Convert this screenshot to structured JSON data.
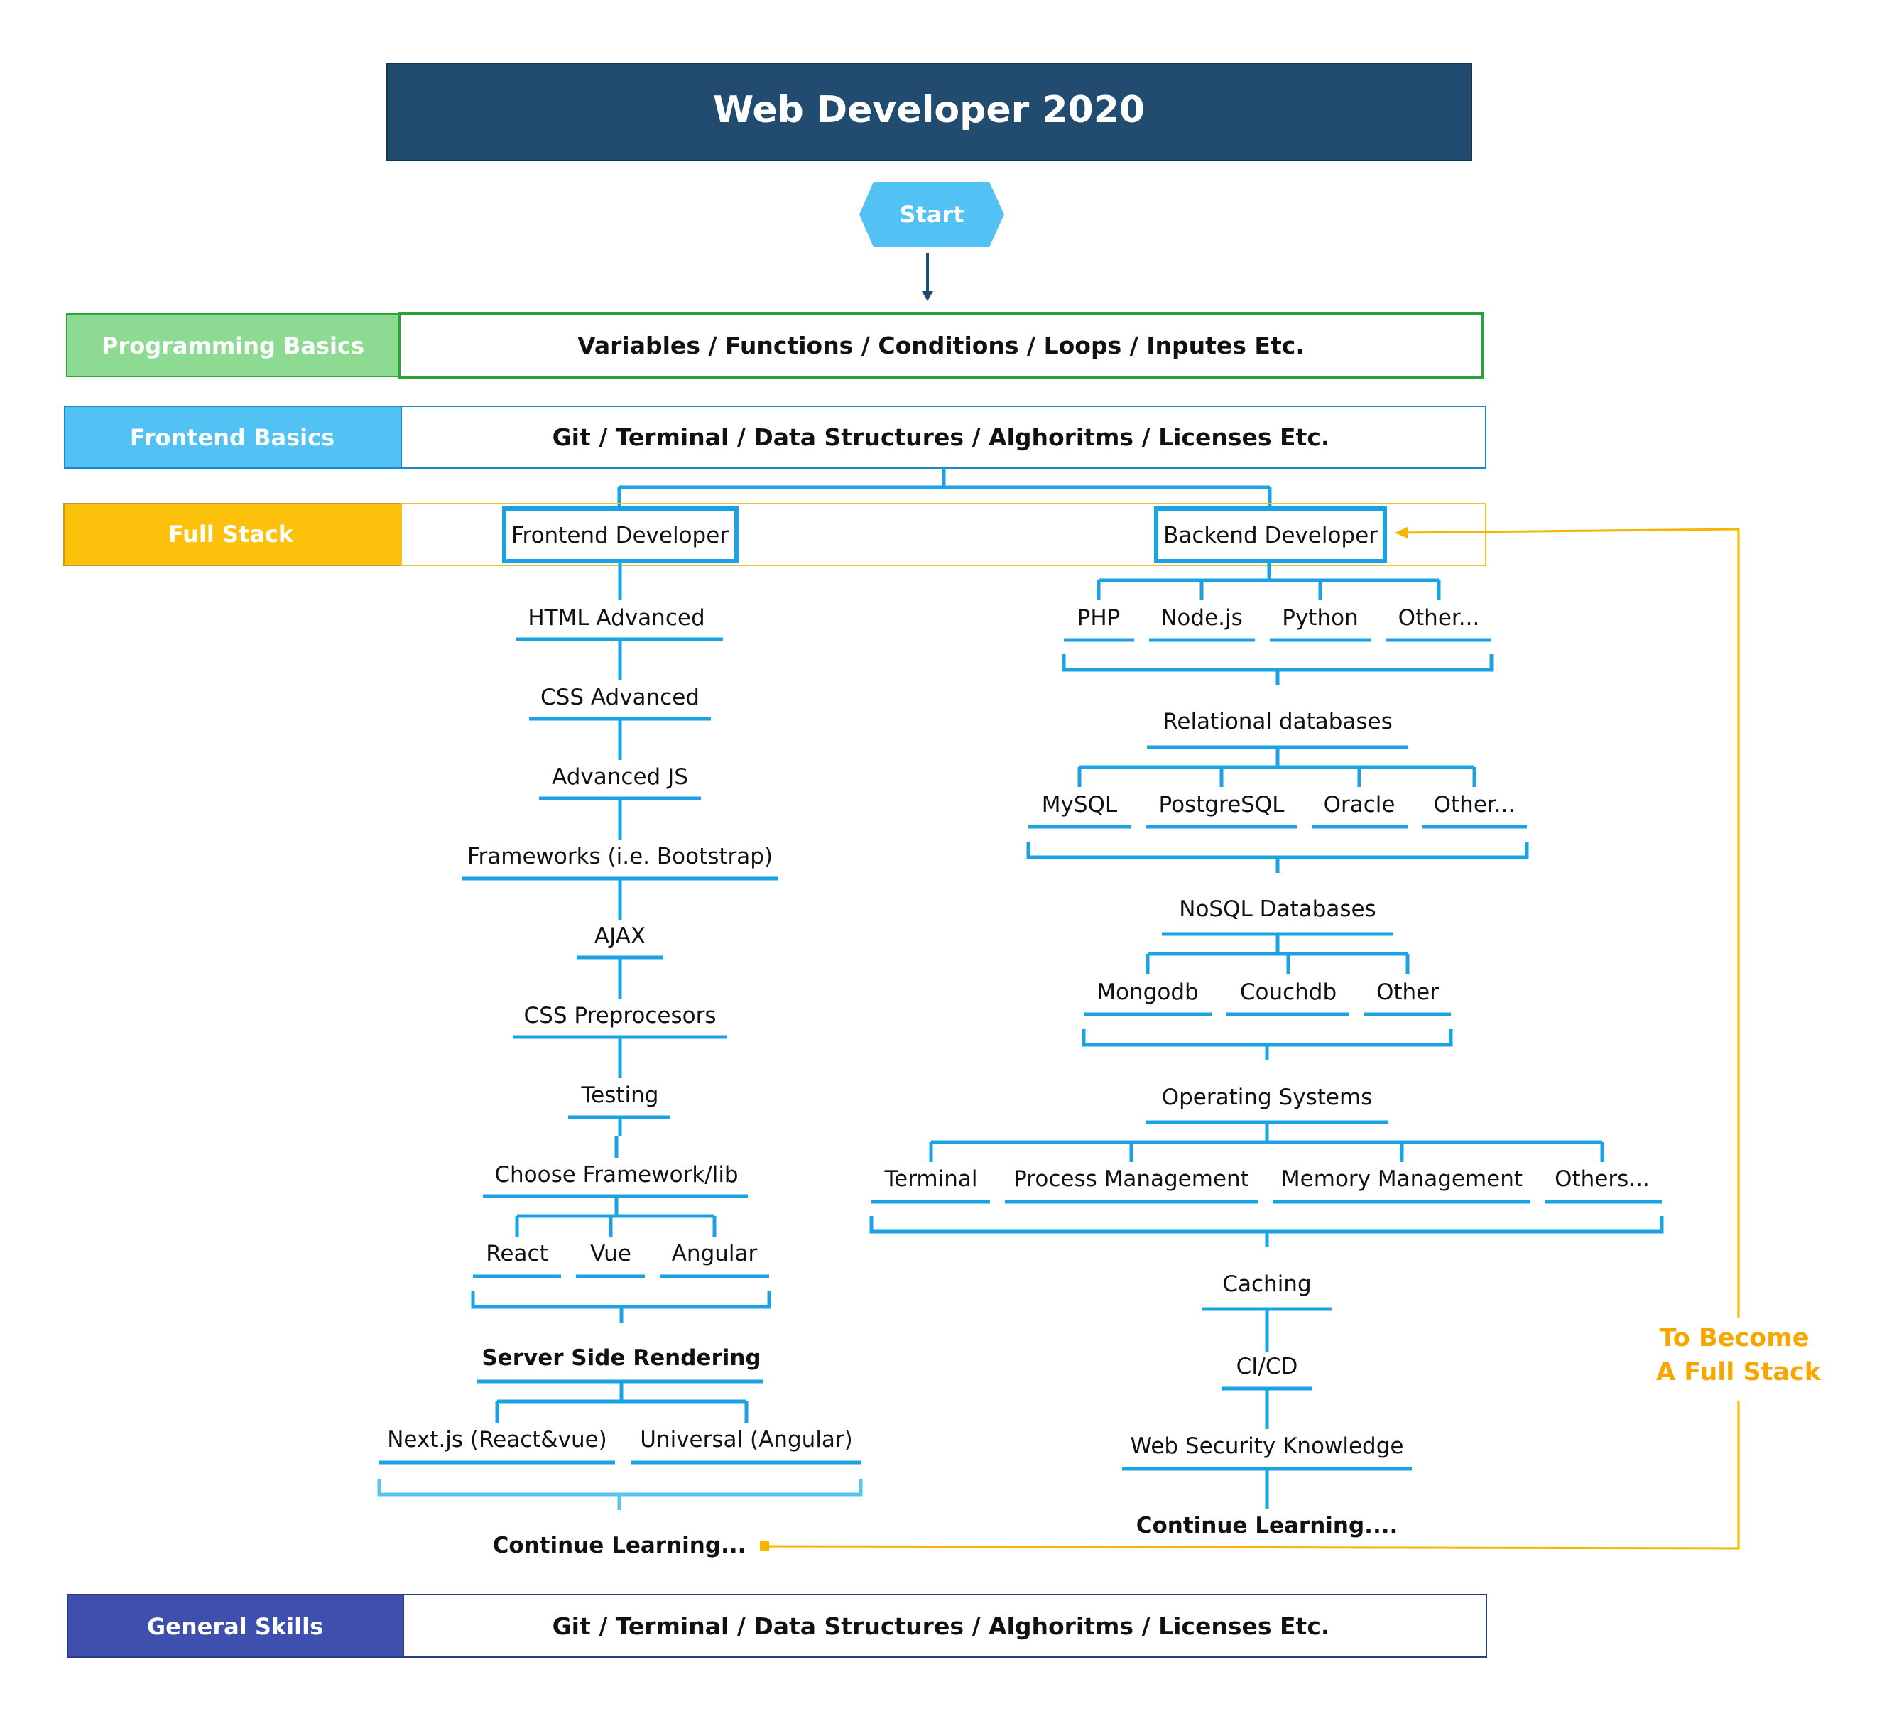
{
  "title": "Web Developer 2020",
  "start": "Start",
  "rows": {
    "programming": {
      "label": "Programming Basics",
      "content": "Variables / Functions / Conditions / Loops / Inputes Etc."
    },
    "frontend_basics": {
      "label": "Frontend Basics",
      "content": "Git / Terminal / Data Structures / Alghoritms / Licenses Etc."
    },
    "full_stack": {
      "label": "Full Stack"
    },
    "general": {
      "label": "General Skills",
      "content": "Git / Terminal / Data Structures / Alghoritms / Licenses Etc."
    }
  },
  "frontend": {
    "title": "Frontend Developer",
    "steps": [
      "HTML Advanced",
      "CSS Advanced",
      "Advanced JS",
      "Frameworks (i.e. Bootstrap)",
      "AJAX",
      "CSS Preprocesors",
      "Testing",
      "Choose Framework/lib"
    ],
    "frameworks": [
      "React",
      "Vue",
      "Angular"
    ],
    "ssr": "Server Side Rendering",
    "ssr_options": [
      "Next.js (React&vue)",
      "Universal (Angular)"
    ],
    "continue": "Continue Learning..."
  },
  "backend": {
    "title": "Backend Developer",
    "languages": [
      "PHP",
      "Node.js",
      "Python",
      "Other..."
    ],
    "relational": "Relational databases",
    "relational_items": [
      "MySQL",
      "PostgreSQL",
      "Oracle",
      "Other..."
    ],
    "nosql": "NoSQL Databases",
    "nosql_items": [
      "Mongodb",
      "Couchdb",
      "Other"
    ],
    "os": "Operating Systems",
    "os_items": [
      "Terminal",
      "Process Management",
      "Memory Management",
      "Others..."
    ],
    "steps": [
      "Caching",
      "CI/CD",
      "Web Security Knowledge"
    ],
    "continue": "Continue Learning...."
  },
  "loop_label": [
    "To Become",
    "A Full Stack"
  ],
  "colors": {
    "title_bg": "#214b6f",
    "start": "#52c2f4",
    "programming": "#8ddb92",
    "programming_border": "#2aa33c",
    "frontend_basics": "#52c2f4",
    "frontend_border": "#1b86c8",
    "full_stack": "#fcc10b",
    "general": "#3e4fae",
    "line": "#1ba2e2",
    "loop": "#f7b500"
  }
}
